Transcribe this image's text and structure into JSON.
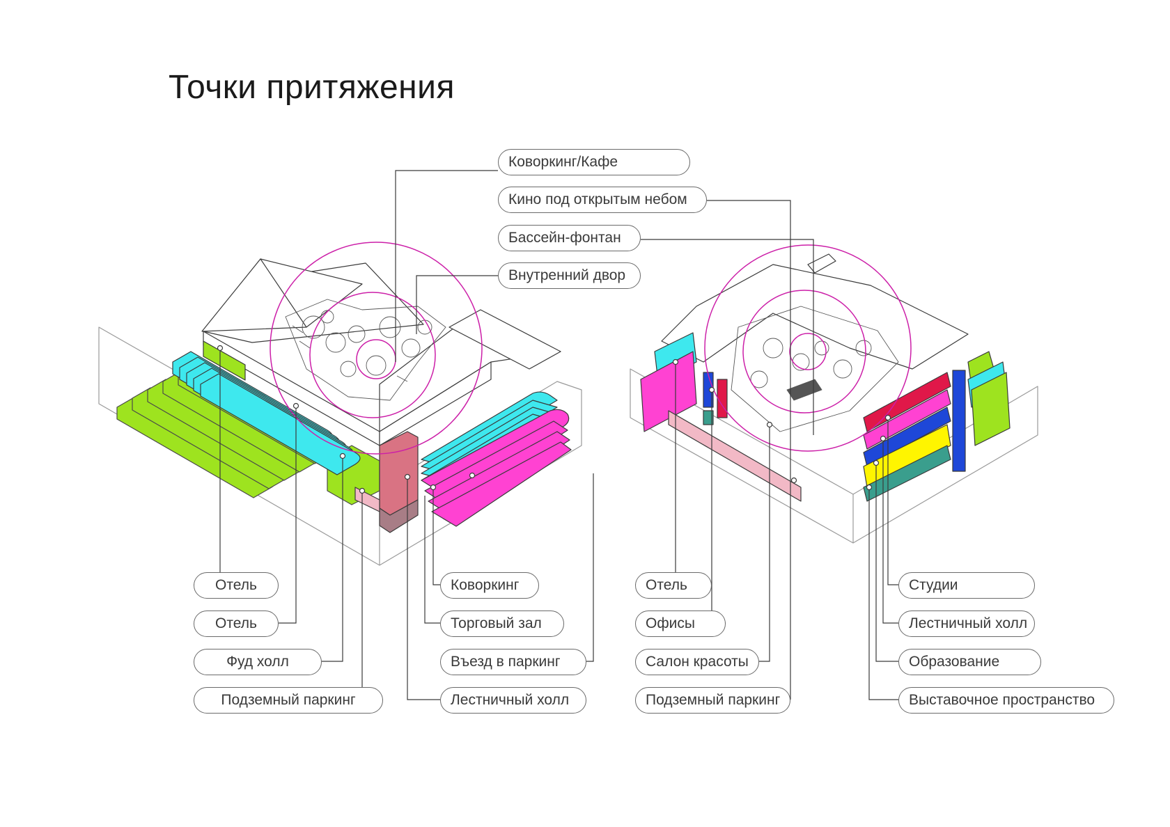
{
  "title": "Точки притяжения",
  "colors": {
    "green": "#9ee31f",
    "cyan": "#3ee8ee",
    "magenta": "#ff42d2",
    "red": "#e01849",
    "blue": "#1e47d8",
    "yellow": "#fff500",
    "pink": "#f2b9c6",
    "rose": "#d97383",
    "mauve": "#a87d86",
    "teal": "#3a9e8d",
    "ring": "#cc1fa8"
  },
  "labels_top": {
    "coworking_cafe": "Коворкинг/Кафе",
    "open_air_cinema": "Кино под открытым небом",
    "pool_fountain": "Бассейн-фонтан",
    "courtyard": "Внутренний двор"
  },
  "labels_left": {
    "hotel_1": "Отель",
    "hotel_2": "Отель",
    "food_hall": "Фуд холл",
    "underground_parking": "Подземный паркинг",
    "coworking": "Коворкинг",
    "trade_hall": "Торговый зал",
    "parking_entry": "Въезд в паркинг",
    "stair_hall": "Лестничный холл"
  },
  "labels_right": {
    "hotel": "Отель",
    "offices": "Офисы",
    "beauty_salon": "Салон красоты",
    "underground_parking": "Подземный паркинг",
    "studios": "Студии",
    "stair_hall": "Лестничный холл",
    "education": "Образование",
    "exhibition_space": "Выставочное пространство"
  }
}
